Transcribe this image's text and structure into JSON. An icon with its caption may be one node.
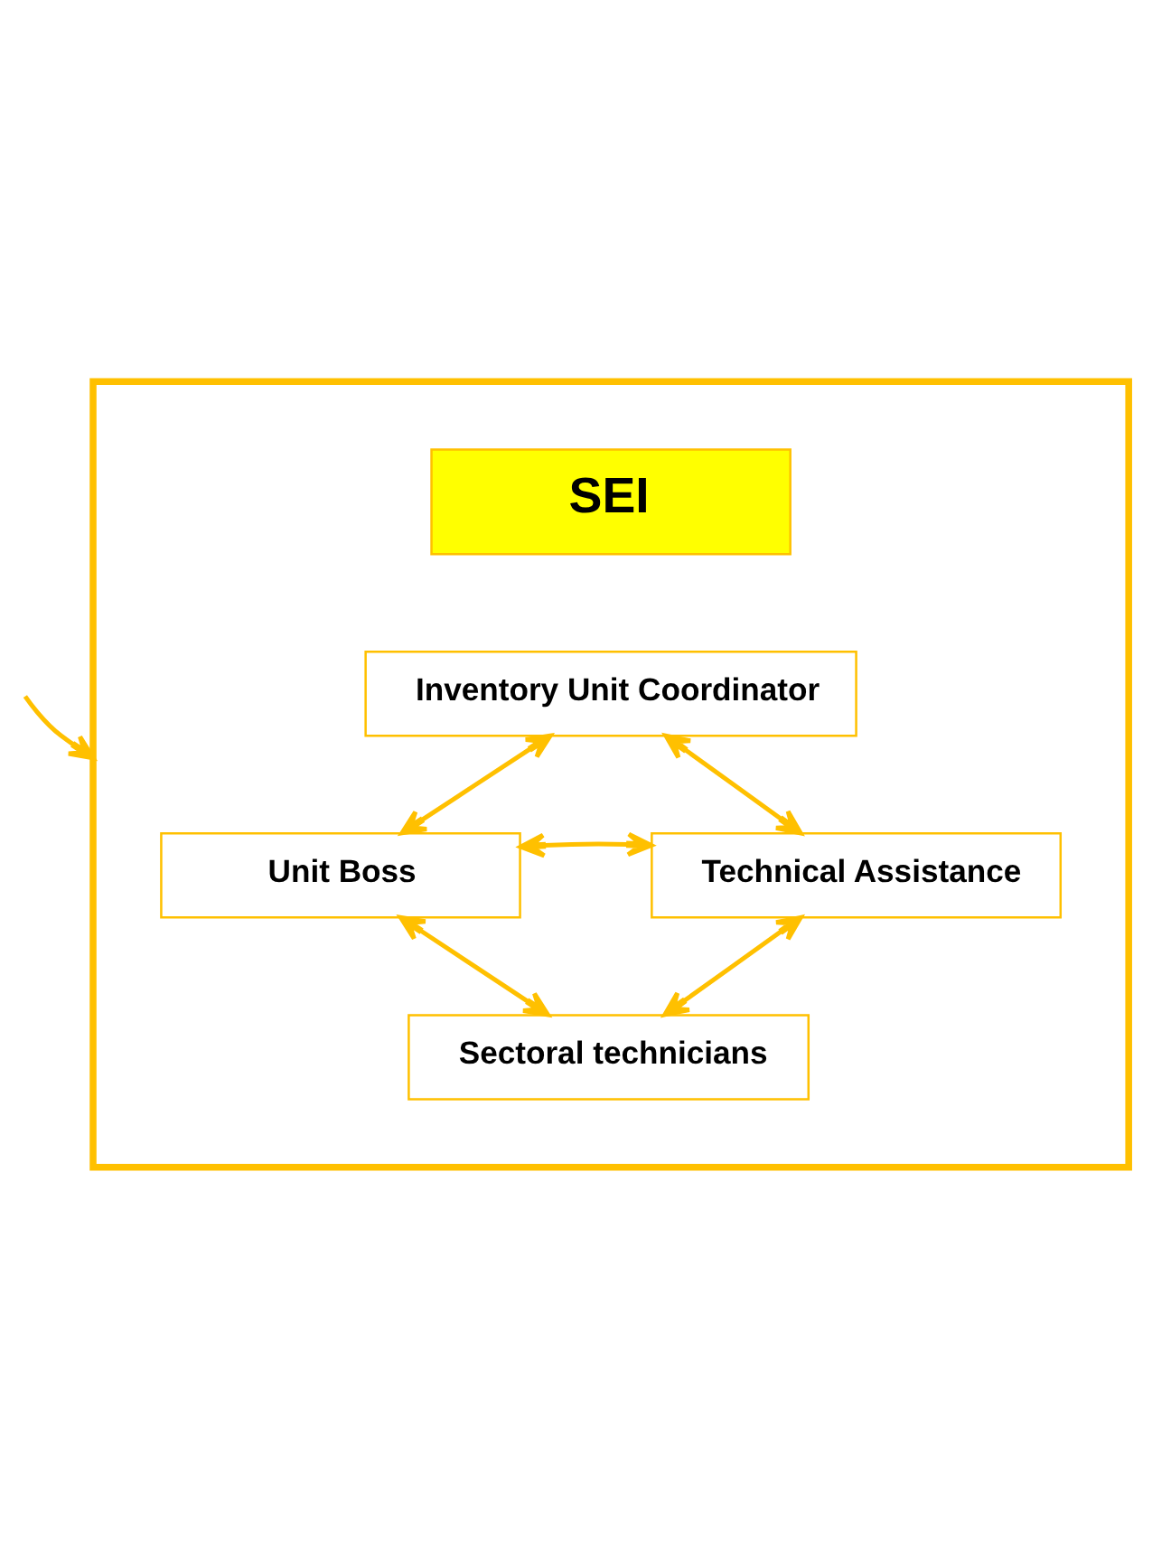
{
  "diagram": {
    "nodes": [
      {
        "text": [],
        "shape": "box"
      },
      {
        "text": [
          "SEI"
        ],
        "in": 0
      },
      {
        "text": [
          "Inventory Unit Coordinator"
        ],
        "in": 0
      },
      {
        "text": [
          "Unit Boss"
        ],
        "in": 0
      },
      {
        "text": [
          "Sectoral technicians"
        ],
        "in": 0
      },
      {
        "text": [
          "Technical Assistance"
        ],
        "in": 0
      }
    ],
    "edges": [
      {
        "from": null,
        "to": 0,
        "arrow": "to"
      },
      {
        "from": 2,
        "to": 3,
        "arrow": "both"
      },
      {
        "from": 3,
        "to": 4,
        "arrow": "both"
      },
      {
        "from": 5,
        "to": 2,
        "arrow": "both"
      },
      {
        "from": 5,
        "to": 3,
        "arrow": "both"
      },
      {
        "from": 5,
        "to": 4,
        "arrow": "both"
      }
    ]
  }
}
